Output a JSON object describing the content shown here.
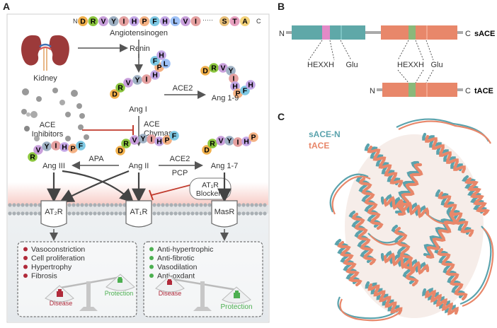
{
  "panels": {
    "a": "A",
    "b": "B",
    "c": "C"
  },
  "panel_a": {
    "angiotensinogen": {
      "n_term": "N",
      "c_term": "C",
      "residues": [
        "D",
        "R",
        "V",
        "Y",
        "I",
        "H",
        "P",
        "F",
        "H",
        "L",
        "V",
        "I"
      ],
      "dots": "·····",
      "tail": [
        "S",
        "T",
        "A"
      ],
      "label": "Angiotensinogen"
    },
    "kidney": "Kidney",
    "renin": "Renin",
    "ang1": {
      "label": "Ang I",
      "residues": [
        "D",
        "R",
        "V",
        "Y",
        "I",
        "H",
        "P",
        "F",
        "H",
        "L"
      ]
    },
    "ace2_top": "ACE2",
    "ang19": {
      "label": "Ang 1-9",
      "residues": [
        "D",
        "R",
        "V",
        "Y",
        "I",
        "H",
        "P",
        "F",
        "H"
      ]
    },
    "ace_inhibitors": [
      "ACE",
      "Inhibitors"
    ],
    "ace_chymase": [
      "ACE",
      "Chymase"
    ],
    "ang2": {
      "label": "Ang II",
      "residues": [
        "D",
        "R",
        "V",
        "Y",
        "I",
        "H",
        "P",
        "F"
      ]
    },
    "ang3": {
      "label": "Ang III",
      "residues": [
        "R",
        "V",
        "Y",
        "I",
        "H",
        "P",
        "F"
      ]
    },
    "ang17": {
      "label": "Ang 1-7",
      "residues": [
        "D",
        "R",
        "V",
        "Y",
        "I",
        "H",
        "P"
      ]
    },
    "apa": "APA",
    "ace2_pcp": [
      "ACE2",
      "PCP"
    ],
    "at1r_blockers": [
      "AT₁R",
      "Blockers"
    ],
    "receptors": {
      "at2r": "AT₂R",
      "at1r": "AT₁R",
      "masr": "MasR"
    },
    "disease_effects": [
      "Vasoconstriction",
      "Cell proliferation",
      "Hypertrophy",
      "Fibrosis"
    ],
    "protective_effects": [
      "Anti-hypertrophic",
      "Anti-fibrotic",
      "Vasodilation",
      "Anti-oxdant"
    ],
    "balance": {
      "disease": "Disease",
      "protection": "Protection"
    },
    "colors": {
      "disease": "#b02a3a",
      "protection": "#4caf50",
      "membrane": "#9aa1a6",
      "block": "#c0392b"
    }
  },
  "panel_b": {
    "n": "N",
    "c": "C",
    "sace": "sACE",
    "tace": "tACE",
    "motif": "HEXXH",
    "glu": "Glu",
    "colors": {
      "n_domain": "#5fa8a8",
      "c_domain": "#e8876a",
      "zinc_n": "#e38ac7",
      "zinc_c": "#8ab87a",
      "linker": "#aaaaaa"
    }
  },
  "panel_c": {
    "legend": [
      "sACE-N",
      "tACE"
    ],
    "colors": {
      "sace_n": "#5ba3ad",
      "tace": "#e8876a"
    }
  }
}
